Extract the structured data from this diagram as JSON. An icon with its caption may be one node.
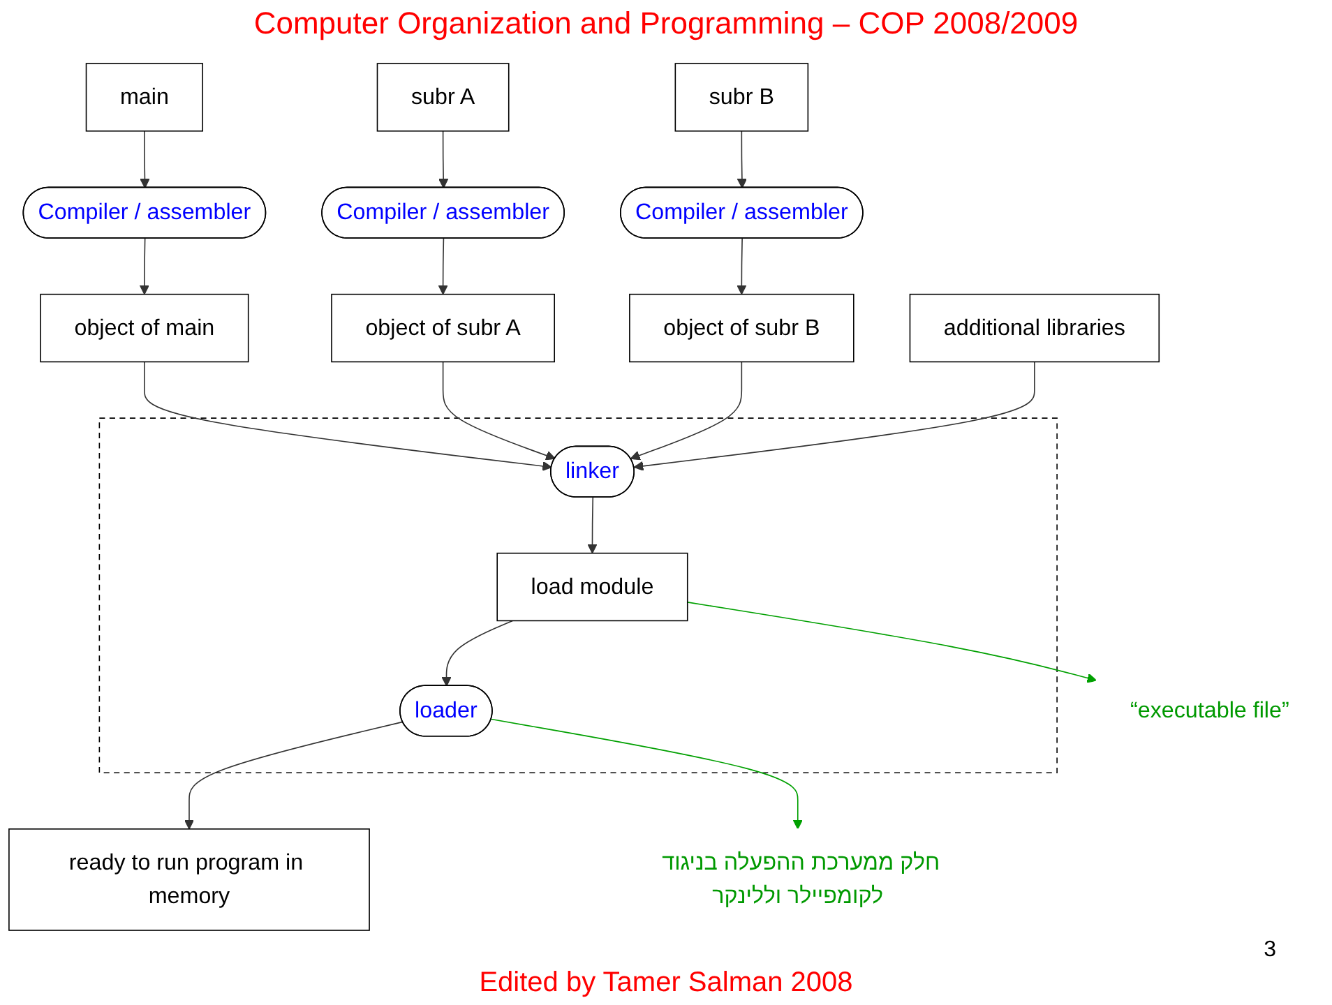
{
  "diagram": {
    "title": "Computer Organization and Programming – COP 2008/2009",
    "caption": "Edited by Tamer Salman 2008",
    "nodes": [
      {
        "text": [
          "main"
        ]
      },
      {
        "text": [
          "subr A"
        ]
      },
      {
        "text": [
          "subr B"
        ]
      },
      {
        "text": [
          "Compiler / assembler"
        ]
      },
      {
        "text": [
          "Compiler / assembler"
        ]
      },
      {
        "text": [
          "Compiler / assembler"
        ]
      },
      {
        "text": [
          "object of main"
        ]
      },
      {
        "text": [
          "object of subr A"
        ]
      },
      {
        "text": [
          "object of subr B"
        ]
      },
      {
        "text": [
          "additional libraries"
        ]
      },
      {
        "text": [],
        "shape": "box"
      },
      {
        "text": [
          "linker"
        ],
        "in": 10
      },
      {
        "text": [
          "load module"
        ],
        "in": 10
      },
      {
        "text": [
          "loader"
        ],
        "in": 10
      },
      {
        "text": [
          "ready to run program in memory"
        ]
      },
      {
        "text": [
          "“executable file”"
        ]
      },
      {
        "text": [
          "חלק ממערכת ההפעלה בניגוד לקומפיילר וללינקר"
        ]
      }
    ],
    "edges": [
      {
        "from": 0,
        "to": 3,
        "arrow": "to"
      },
      {
        "from": 1,
        "to": 4,
        "arrow": "to"
      },
      {
        "from": 2,
        "to": 5,
        "arrow": "to"
      },
      {
        "from": 3,
        "to": 6,
        "arrow": "to"
      },
      {
        "from": 4,
        "to": 7,
        "arrow": "to"
      },
      {
        "from": 5,
        "to": 8,
        "arrow": "to"
      },
      {
        "from": 6,
        "to": 11,
        "arrow": "to"
      },
      {
        "from": 7,
        "to": 11,
        "arrow": "to"
      },
      {
        "from": 8,
        "to": 11,
        "arrow": "to"
      },
      {
        "from": 9,
        "to": 11,
        "arrow": "to"
      },
      {
        "from": 11,
        "to": 12,
        "arrow": "to"
      },
      {
        "from": 12,
        "to": 13,
        "arrow": "to"
      },
      {
        "from": 13,
        "to": 14,
        "arrow": "to"
      },
      {
        "from": 12,
        "to": 15,
        "arrow": "to",
        "color": "#00a000"
      },
      {
        "from": 13,
        "to": 16,
        "arrow": "to",
        "color": "#00a000"
      }
    ],
    "labels": [
      "3"
    ]
  }
}
